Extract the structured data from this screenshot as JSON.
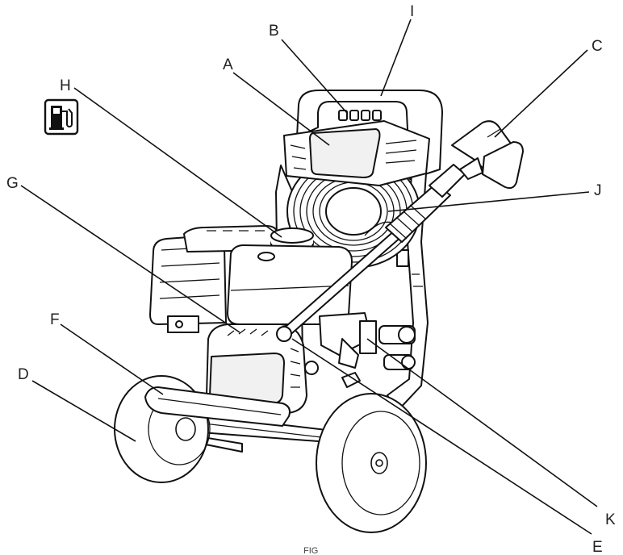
{
  "labels": {
    "A": "A",
    "B": "B",
    "C": "C",
    "D": "D",
    "E": "E",
    "F": "F",
    "G": "G",
    "H": "H",
    "I": "I",
    "J": "J",
    "K": "K"
  },
  "figure_caption": "FIG",
  "icons": {
    "fuel": "fuel-pump-icon"
  },
  "colors": {
    "line": "#111111",
    "background": "#ffffff"
  }
}
